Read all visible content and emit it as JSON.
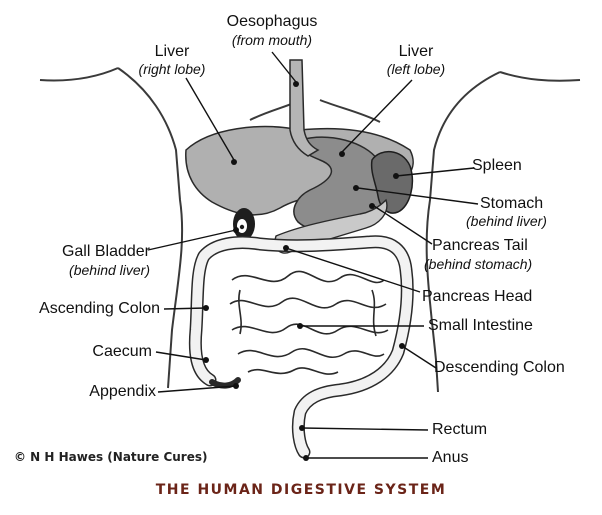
{
  "labels": {
    "oesophagus": {
      "name": "Oesophagus",
      "note": "from mouth"
    },
    "liver_right": {
      "name": "Liver",
      "note": "right lobe"
    },
    "liver_left": {
      "name": "Liver",
      "note": "left lobe"
    },
    "spleen": {
      "name": "Spleen"
    },
    "stomach": {
      "name": "Stomach",
      "note": "behind liver"
    },
    "gall_bladder": {
      "name": "Gall Bladder",
      "note": "behind liver"
    },
    "pancreas_tail": {
      "name": "Pancreas Tail",
      "note": "behind stomach"
    },
    "ascending_colon": {
      "name": "Ascending Colon"
    },
    "pancreas_head": {
      "name": "Pancreas Head"
    },
    "small_intestine": {
      "name": "Small Intestine"
    },
    "caecum": {
      "name": "Caecum"
    },
    "descending_colon": {
      "name": "Descending Colon"
    },
    "appendix": {
      "name": "Appendix"
    },
    "rectum": {
      "name": "Rectum"
    },
    "anus": {
      "name": "Anus"
    }
  },
  "copyright": "© N H Hawes (Nature Cures)",
  "caption": "THE HUMAN DIGESTIVE SYSTEM",
  "colors": {
    "outline": "#2a2a2a",
    "liver": "#a9a9a9",
    "stomach": "#8e8e8e",
    "spleen": "#6f6f6f",
    "caption": "#6b2418"
  }
}
